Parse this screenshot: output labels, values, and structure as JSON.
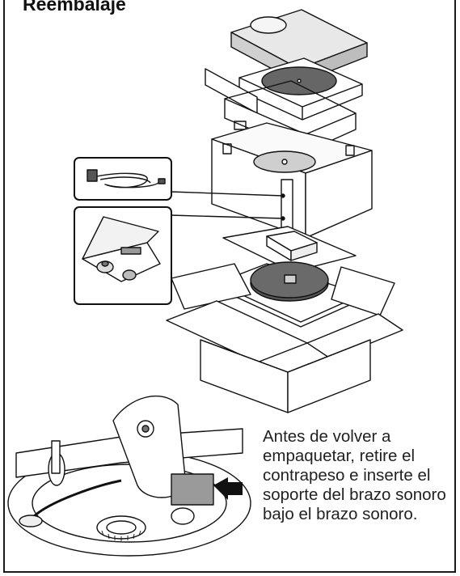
{
  "section": {
    "title": "Reembalaje"
  },
  "instruction_text": "Antes de volver a empaquetar, retire el contrapeso e inserte el soporte del brazo sonoro bajo el brazo sonoro.",
  "illustrations": {
    "exploded_packing": {
      "parts": [
        "box-lid",
        "inner-top-tray",
        "platter-sleeve",
        "foam-tray",
        "cable-accessory",
        "accessory-box",
        "base-sheet",
        "turntable-platter",
        "outer-carton"
      ]
    },
    "tonearm_detail": {
      "parts": [
        "tonearm",
        "counterweight",
        "tonearm-support",
        "arrow"
      ]
    }
  },
  "colors": {
    "border": "#1a1a1a",
    "stroke": "#111111",
    "platter": "#555555",
    "support": "#9a9a9a",
    "arrow": "#111111"
  }
}
